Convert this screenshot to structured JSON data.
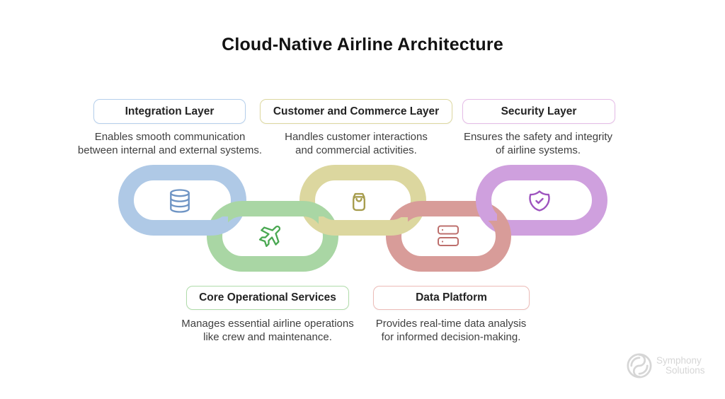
{
  "title": "Cloud-Native Airline Architecture",
  "layers": [
    {
      "title": "Integration Layer",
      "desc_line1": "Enables smooth communication",
      "desc_line2": "between internal and external systems.",
      "border_color": "#b5cfec",
      "link_color": "#afc9e6",
      "icon": "database-icon",
      "icon_color": "#6e94c4"
    },
    {
      "title": "Customer and Commerce Layer",
      "desc_line1": "Handles customer interactions",
      "desc_line2": "and commercial activities.",
      "border_color": "#ddd8a0",
      "link_color": "#dcd79f",
      "icon": "shopping-bag-icon",
      "icon_color": "#a79d4e"
    },
    {
      "title": "Security Layer",
      "desc_line1": "Ensures the safety and integrity",
      "desc_line2": "of airline systems.",
      "border_color": "#e5bce7",
      "link_color": "#cfa0de",
      "icon": "shield-check-icon",
      "icon_color": "#9d53be"
    },
    {
      "title": "Core Operational Services",
      "desc_line1": "Manages essential airline operations",
      "desc_line2": "like crew and maintenance.",
      "border_color": "#b0dcaa",
      "link_color": "#a9d6a4",
      "icon": "plane-icon",
      "icon_color": "#4aa852"
    },
    {
      "title": "Data Platform",
      "desc_line1": "Provides real-time data analysis",
      "desc_line2": "for informed decision-making.",
      "border_color": "#ecbcb8",
      "link_color": "#d89c99",
      "icon": "server-icon",
      "icon_color": "#bd6f6c"
    }
  ],
  "logo": {
    "line1": "Symphony",
    "line2": "Solutions",
    "color": "#d6d6d6"
  }
}
